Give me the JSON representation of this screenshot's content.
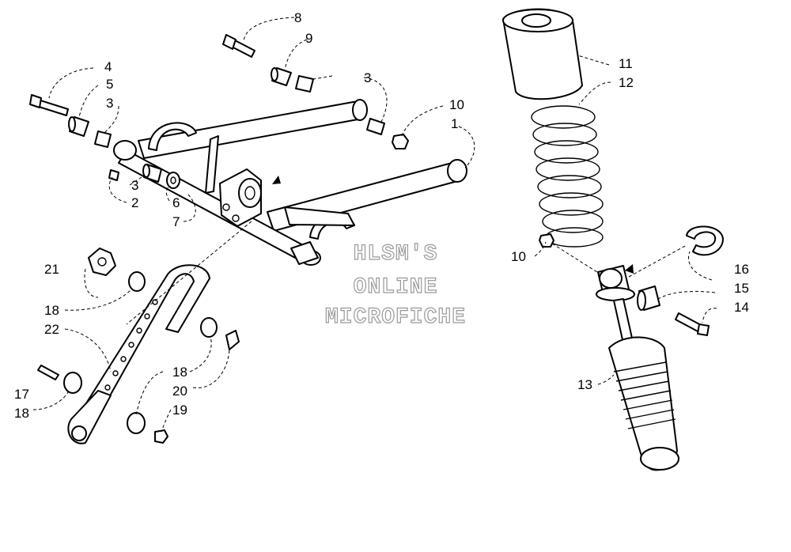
{
  "callouts": {
    "c8": "8",
    "c9": "9",
    "c3a": "3",
    "c4": "4",
    "c5": "5",
    "c3b": "3",
    "c10a": "10",
    "c1": "1",
    "c3c": "3",
    "c2": "2",
    "c6": "6",
    "c7": "7",
    "c21": "21",
    "c18a": "18",
    "c22": "22",
    "c18b": "18",
    "c20": "20",
    "c17": "17",
    "c18c": "18",
    "c19": "19",
    "c11": "11",
    "c12": "12",
    "c10b": "10",
    "c16": "16",
    "c15": "15",
    "c14": "14",
    "c13": "13"
  },
  "watermark": {
    "line1": "HLSM'S",
    "line2": "ONLINE",
    "line3": "MICROFICHE"
  },
  "colors": {
    "ink": "#000000",
    "paper": "#ffffff",
    "watermark_outline": "#9a9a9a"
  }
}
